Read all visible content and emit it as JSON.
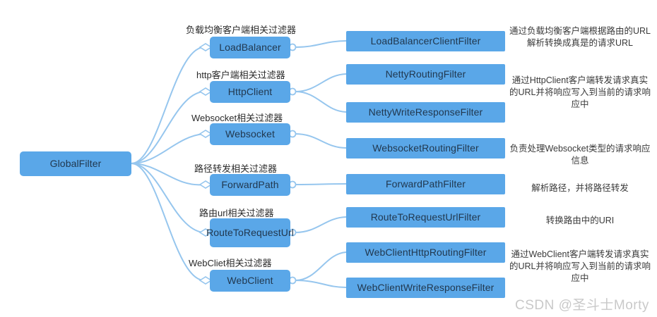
{
  "diagram": {
    "title": "GlobalFilter",
    "watermark": "CSDN @圣斗士Morty",
    "colors": {
      "node_fill": "#5aa7e8",
      "node_text": "#21384f",
      "edge": "#96c6ee",
      "caption_text": "#2b2b2b",
      "note_text": "#3a3a3a",
      "watermark_text": "#c9c9c9",
      "background": "#ffffff"
    },
    "root": {
      "label": "GlobalFilter"
    },
    "branches": [
      {
        "caption": "负载均衡客户端相关过滤器",
        "label": "LoadBalancer",
        "children": [
          {
            "label": "LoadBalancerClientFilter"
          }
        ],
        "note": "通过负载均衡客户端根据路由的URL解析转换成真是的请求URL"
      },
      {
        "caption": "http客户端相关过滤器",
        "label": "HttpClient",
        "children": [
          {
            "label": "NettyRoutingFilter"
          },
          {
            "label": "NettyWriteResponseFilter"
          }
        ],
        "note": "通过HttpClient客户端转发请求真实的URL并将响应写入到当前的请求响应中"
      },
      {
        "caption": "Websocket相关过滤器",
        "label": "Websocket",
        "children": [
          {
            "label": "WebsocketRoutingFilter"
          }
        ],
        "note": "负责处理Websocket类型的请求响应信息"
      },
      {
        "caption": "路径转发相关过滤器",
        "label": "ForwardPath",
        "children": [
          {
            "label": "ForwardPathFilter"
          }
        ],
        "note": "解析路径，并将路径转发"
      },
      {
        "caption": "路由url相关过滤器",
        "label": "RouteToRequestUrl",
        "children": [
          {
            "label": "RouteToRequestUrlFilter"
          }
        ],
        "note": "转换路由中的URI"
      },
      {
        "caption": "WebCliet相关过滤器",
        "label": "WebClient",
        "children": [
          {
            "label": "WebClientHttpRoutingFilter"
          },
          {
            "label": "WebClientWriteResponseFilter"
          }
        ],
        "note": "通过WebClient客户端转发请求真实的URL并将响应写入到当前的请求响应中"
      }
    ]
  }
}
